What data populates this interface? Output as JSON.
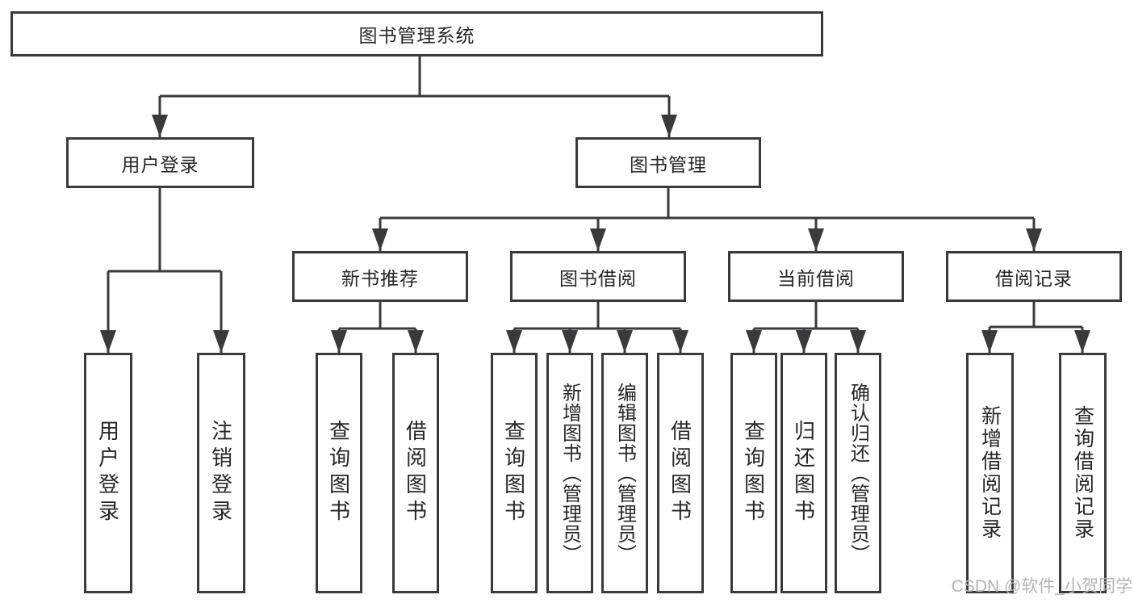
{
  "diagram": {
    "root": {
      "label": "图书管理系统"
    },
    "user_login": {
      "label": "用户登录",
      "children": [
        {
          "label": "用户登录"
        },
        {
          "label": "注销登录"
        }
      ]
    },
    "book_management": {
      "label": "图书管理"
    },
    "new_book_recommend": {
      "label": "新书推荐",
      "children": [
        {
          "label": "查询图书"
        },
        {
          "label": "借阅图书"
        }
      ]
    },
    "book_borrow": {
      "label": "图书借阅",
      "children": [
        {
          "label": "查询图书"
        },
        {
          "label": "新增图书（管理员）"
        },
        {
          "label": "编辑图书（管理员）"
        },
        {
          "label": "借阅图书"
        }
      ]
    },
    "current_borrow": {
      "label": "当前借阅",
      "children": [
        {
          "label": "查询图书"
        },
        {
          "label": "归还图书"
        },
        {
          "label": "确认归还（管理员）"
        }
      ]
    },
    "borrow_record": {
      "label": "借阅记录",
      "children": [
        {
          "label": "新增借阅记录"
        },
        {
          "label": "查询借阅记录"
        }
      ]
    }
  },
  "watermark": {
    "text": "CSDN @软件_小贺同学"
  },
  "colors": {
    "line": "#3a3a3c",
    "text": "#262626",
    "watermark": "#b3b3b3",
    "background": "#ffffff"
  }
}
